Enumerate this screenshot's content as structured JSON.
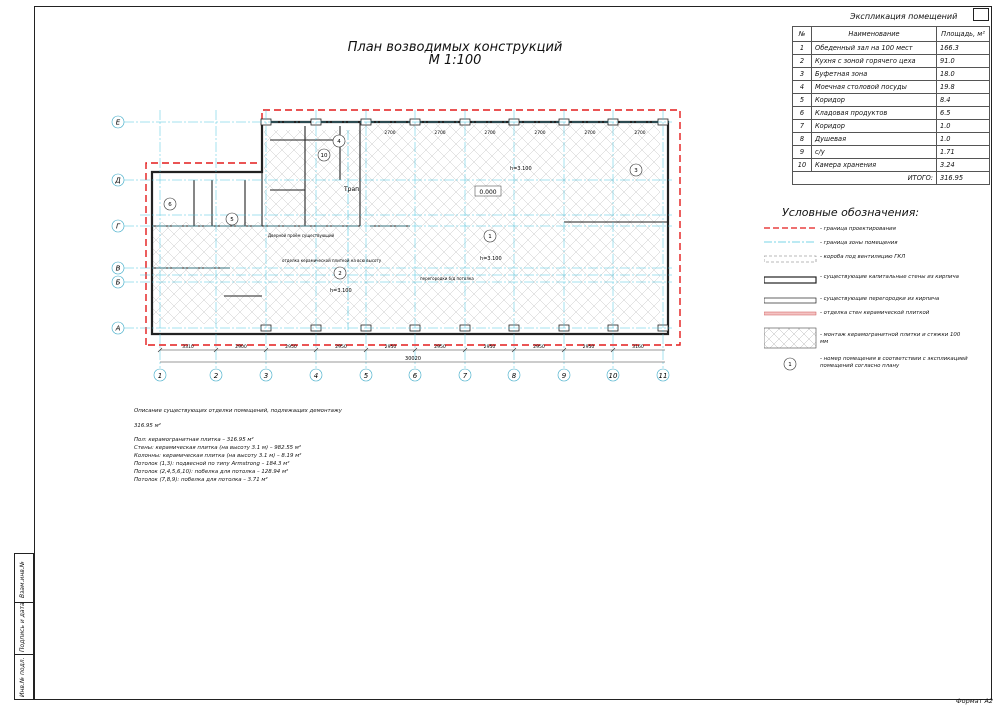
{
  "title": {
    "line1": "План возводимых конструкций",
    "line2": "М 1:100"
  },
  "explication": {
    "title": "Экспликация помещений",
    "headers": [
      "№",
      "Наименование",
      "Площадь, м²"
    ],
    "rows": [
      {
        "n": "1",
        "name": "Обеденный зал на 100 мест",
        "area": "166.3"
      },
      {
        "n": "2",
        "name": "Кухня с зоной горячего цеха",
        "area": "91.0"
      },
      {
        "n": "3",
        "name": "Буфетная зона",
        "area": "18.0"
      },
      {
        "n": "4",
        "name": "Моечная столовой посуды",
        "area": "19.8"
      },
      {
        "n": "5",
        "name": "Коридор",
        "area": "8.4"
      },
      {
        "n": "6",
        "name": "Кладовая продуктов",
        "area": "6.5"
      },
      {
        "n": "7",
        "name": "Коридор",
        "area": "1.0"
      },
      {
        "n": "8",
        "name": "Душевая",
        "area": "1.0"
      },
      {
        "n": "9",
        "name": "с/у",
        "area": "1.71"
      },
      {
        "n": "10",
        "name": "Камера хранения",
        "area": "3.24"
      }
    ],
    "total_label": "ИТОГО:",
    "total_value": "316.95"
  },
  "legend": {
    "title": "Условные обозначения:",
    "items": [
      "- граница проектирования",
      "- граница зоны помещения",
      "- короба под вентиляцию ГКЛ",
      "- существующие капитальные стены из кирпича",
      "- существующие перегородки из кирпича",
      "- отделка стен керамической плиткой",
      "- монтаж керамогранитной плитки и стяжки 100 мм",
      "- номер помещения в соответствии с экспликацией помещений согласно плану"
    ],
    "circle_symbol": "1"
  },
  "notes": {
    "heading": "Описание существующих отделки помещений, подлежащих демонтажу",
    "total": "316.95 м²",
    "lines": [
      "Пол: керамогранитная плитка – 316.95 м²",
      "Стены: керамическая плитка (на высоту 3.1 м) – 982.55 м²",
      "Колонны: керамическая плитка (на высоту 3.1 м) – 8.19 м²",
      "Потолок (1,3): подвесной по типу Armstrong – 184.3 м²",
      "Потолок (2,4,5,6,10): побелка для потолка – 128.94 м²",
      "Потолок (7,8,9): побелка для потолка – 3.71 м²"
    ]
  },
  "axes": {
    "columns": [
      "1",
      "2",
      "3",
      "4",
      "5",
      "6",
      "7",
      "8",
      "9",
      "10",
      "11"
    ],
    "rows": [
      "Е",
      "Д",
      "Г",
      "В",
      "Б",
      "А"
    ],
    "col_spacings": [
      "3310",
      "2900",
      "2950",
      "2950",
      "2950",
      "2950",
      "2950",
      "2950",
      "2950",
      "3160"
    ],
    "total_length": "30020",
    "top_dims": [
      "2700",
      "2700",
      "2700",
      "2700",
      "2700",
      "2700"
    ]
  },
  "plan_labels": {
    "trap": "Трап",
    "level": "0.000",
    "h_main": "h=3.100",
    "room_label_1": "1",
    "room_label_2": "2",
    "room_label_3": "3",
    "room_label_4": "4",
    "room_label_5": "5",
    "room_label_6": "6",
    "room_label_10": "10",
    "note_partition": "перегородки б/д потолка",
    "note_tile": "отделка керамической плиткой на всю высоту",
    "note_door": "Дверной проём существующий"
  },
  "stamp": {
    "cell1": "Взам.инв.№",
    "cell2": "Подпись и дата",
    "cell3": "Инв.№ подл."
  },
  "format": "Формат А2"
}
